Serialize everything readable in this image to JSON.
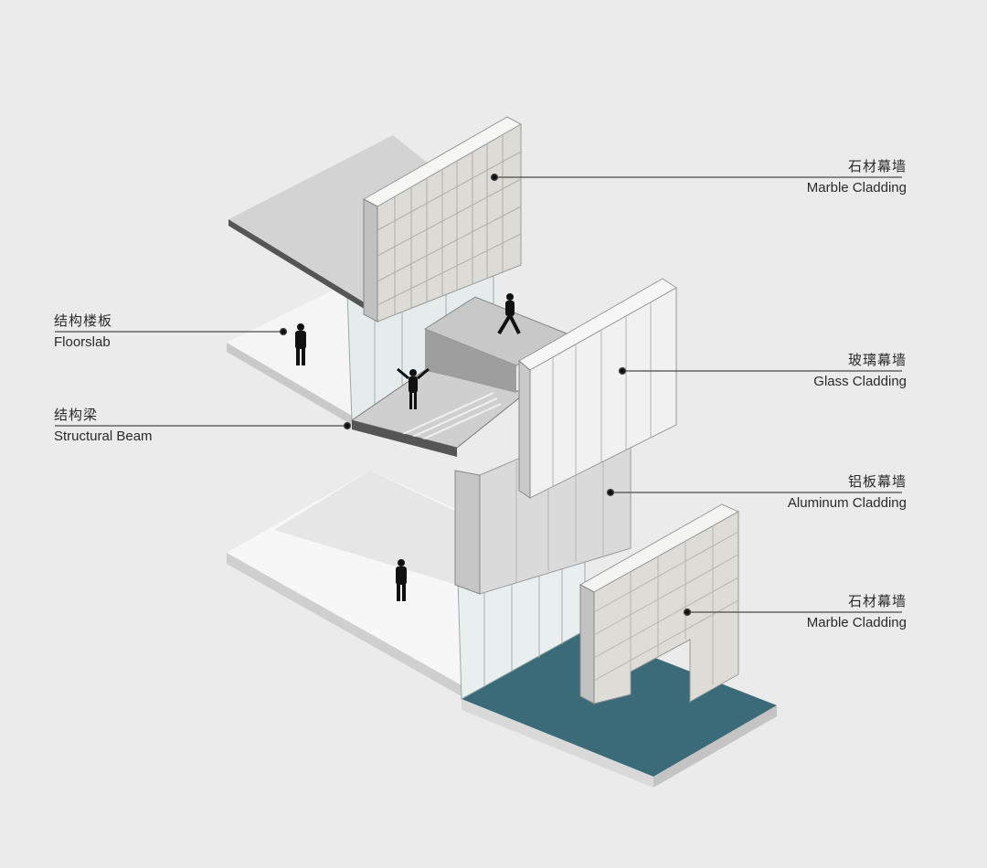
{
  "diagram": {
    "type": "isometric-architectural-section",
    "background": "#ebebeb",
    "colors": {
      "ground_teal": "#3b6b78",
      "marble": "#dcdbd6",
      "glass": "#f2f3f3",
      "slab": "#d4d4d4",
      "leader_line": "#4a4a4a"
    }
  },
  "labels": {
    "marble_top": {
      "cn": "石材幕墙",
      "en": "Marble Cladding"
    },
    "floorslab": {
      "cn": "结构楼板",
      "en": "Floorslab"
    },
    "glass": {
      "cn": "玻璃幕墙",
      "en": "Glass Cladding"
    },
    "beam": {
      "cn": "结构梁",
      "en": "Structural Beam"
    },
    "aluminum": {
      "cn": "铝板幕墙",
      "en": "Aluminum Cladding"
    },
    "marble_bottom": {
      "cn": "石材幕墙",
      "en": "Marble Cladding"
    }
  }
}
